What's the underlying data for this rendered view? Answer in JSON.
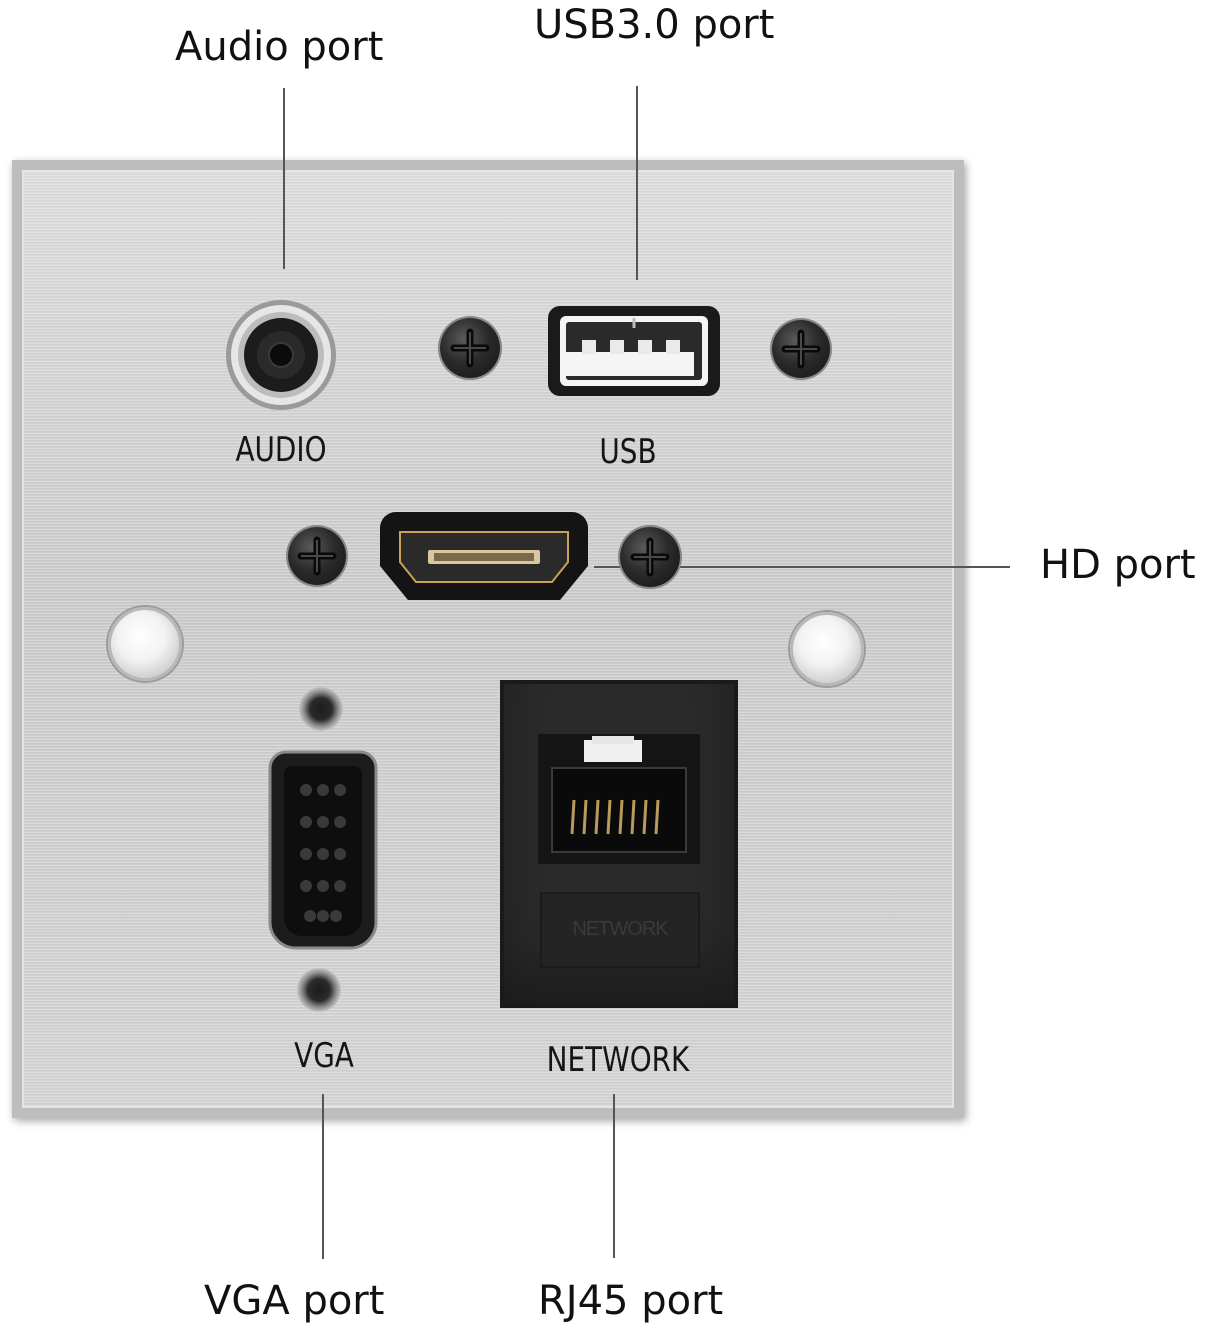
{
  "callouts": {
    "audio": "Audio port",
    "usb": "USB3.0 port",
    "hd": "HD port",
    "vga": "VGA port",
    "rj45": "RJ45 port"
  },
  "panel_labels": {
    "audio": "AUDIO",
    "usb": "USB",
    "vga": "VGA",
    "network": "NETWORK",
    "rj45_module_text": "NETWORK"
  },
  "colors": {
    "plate": "#d0d0d0",
    "port_black": "#151515",
    "leader_line": "#555555"
  }
}
